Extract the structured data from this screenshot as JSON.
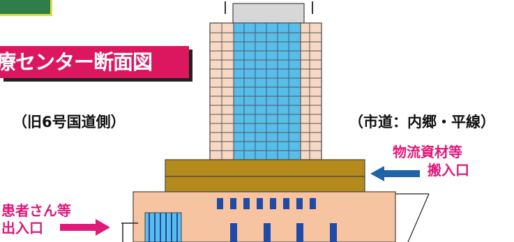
{
  "title": "療センター断面図",
  "left_road": "（旧6号国道側）",
  "right_road": "（市道：内郷・平線）",
  "materials_entrance": {
    "line1": "物流資材等",
    "line2": "搬入口"
  },
  "patient_entrance": {
    "line1": "患者さん等",
    "line2": "出入口"
  },
  "colors": {
    "title_bg": "#dc1760",
    "accent_red": "#e0197a",
    "arrow_blue": "#1f64a8",
    "tower_glass": "#58bde8",
    "podium_salmon": "#f6c4a0",
    "band_gold": "#b58a1c",
    "dark_blue_window": "#1f4aa8"
  }
}
